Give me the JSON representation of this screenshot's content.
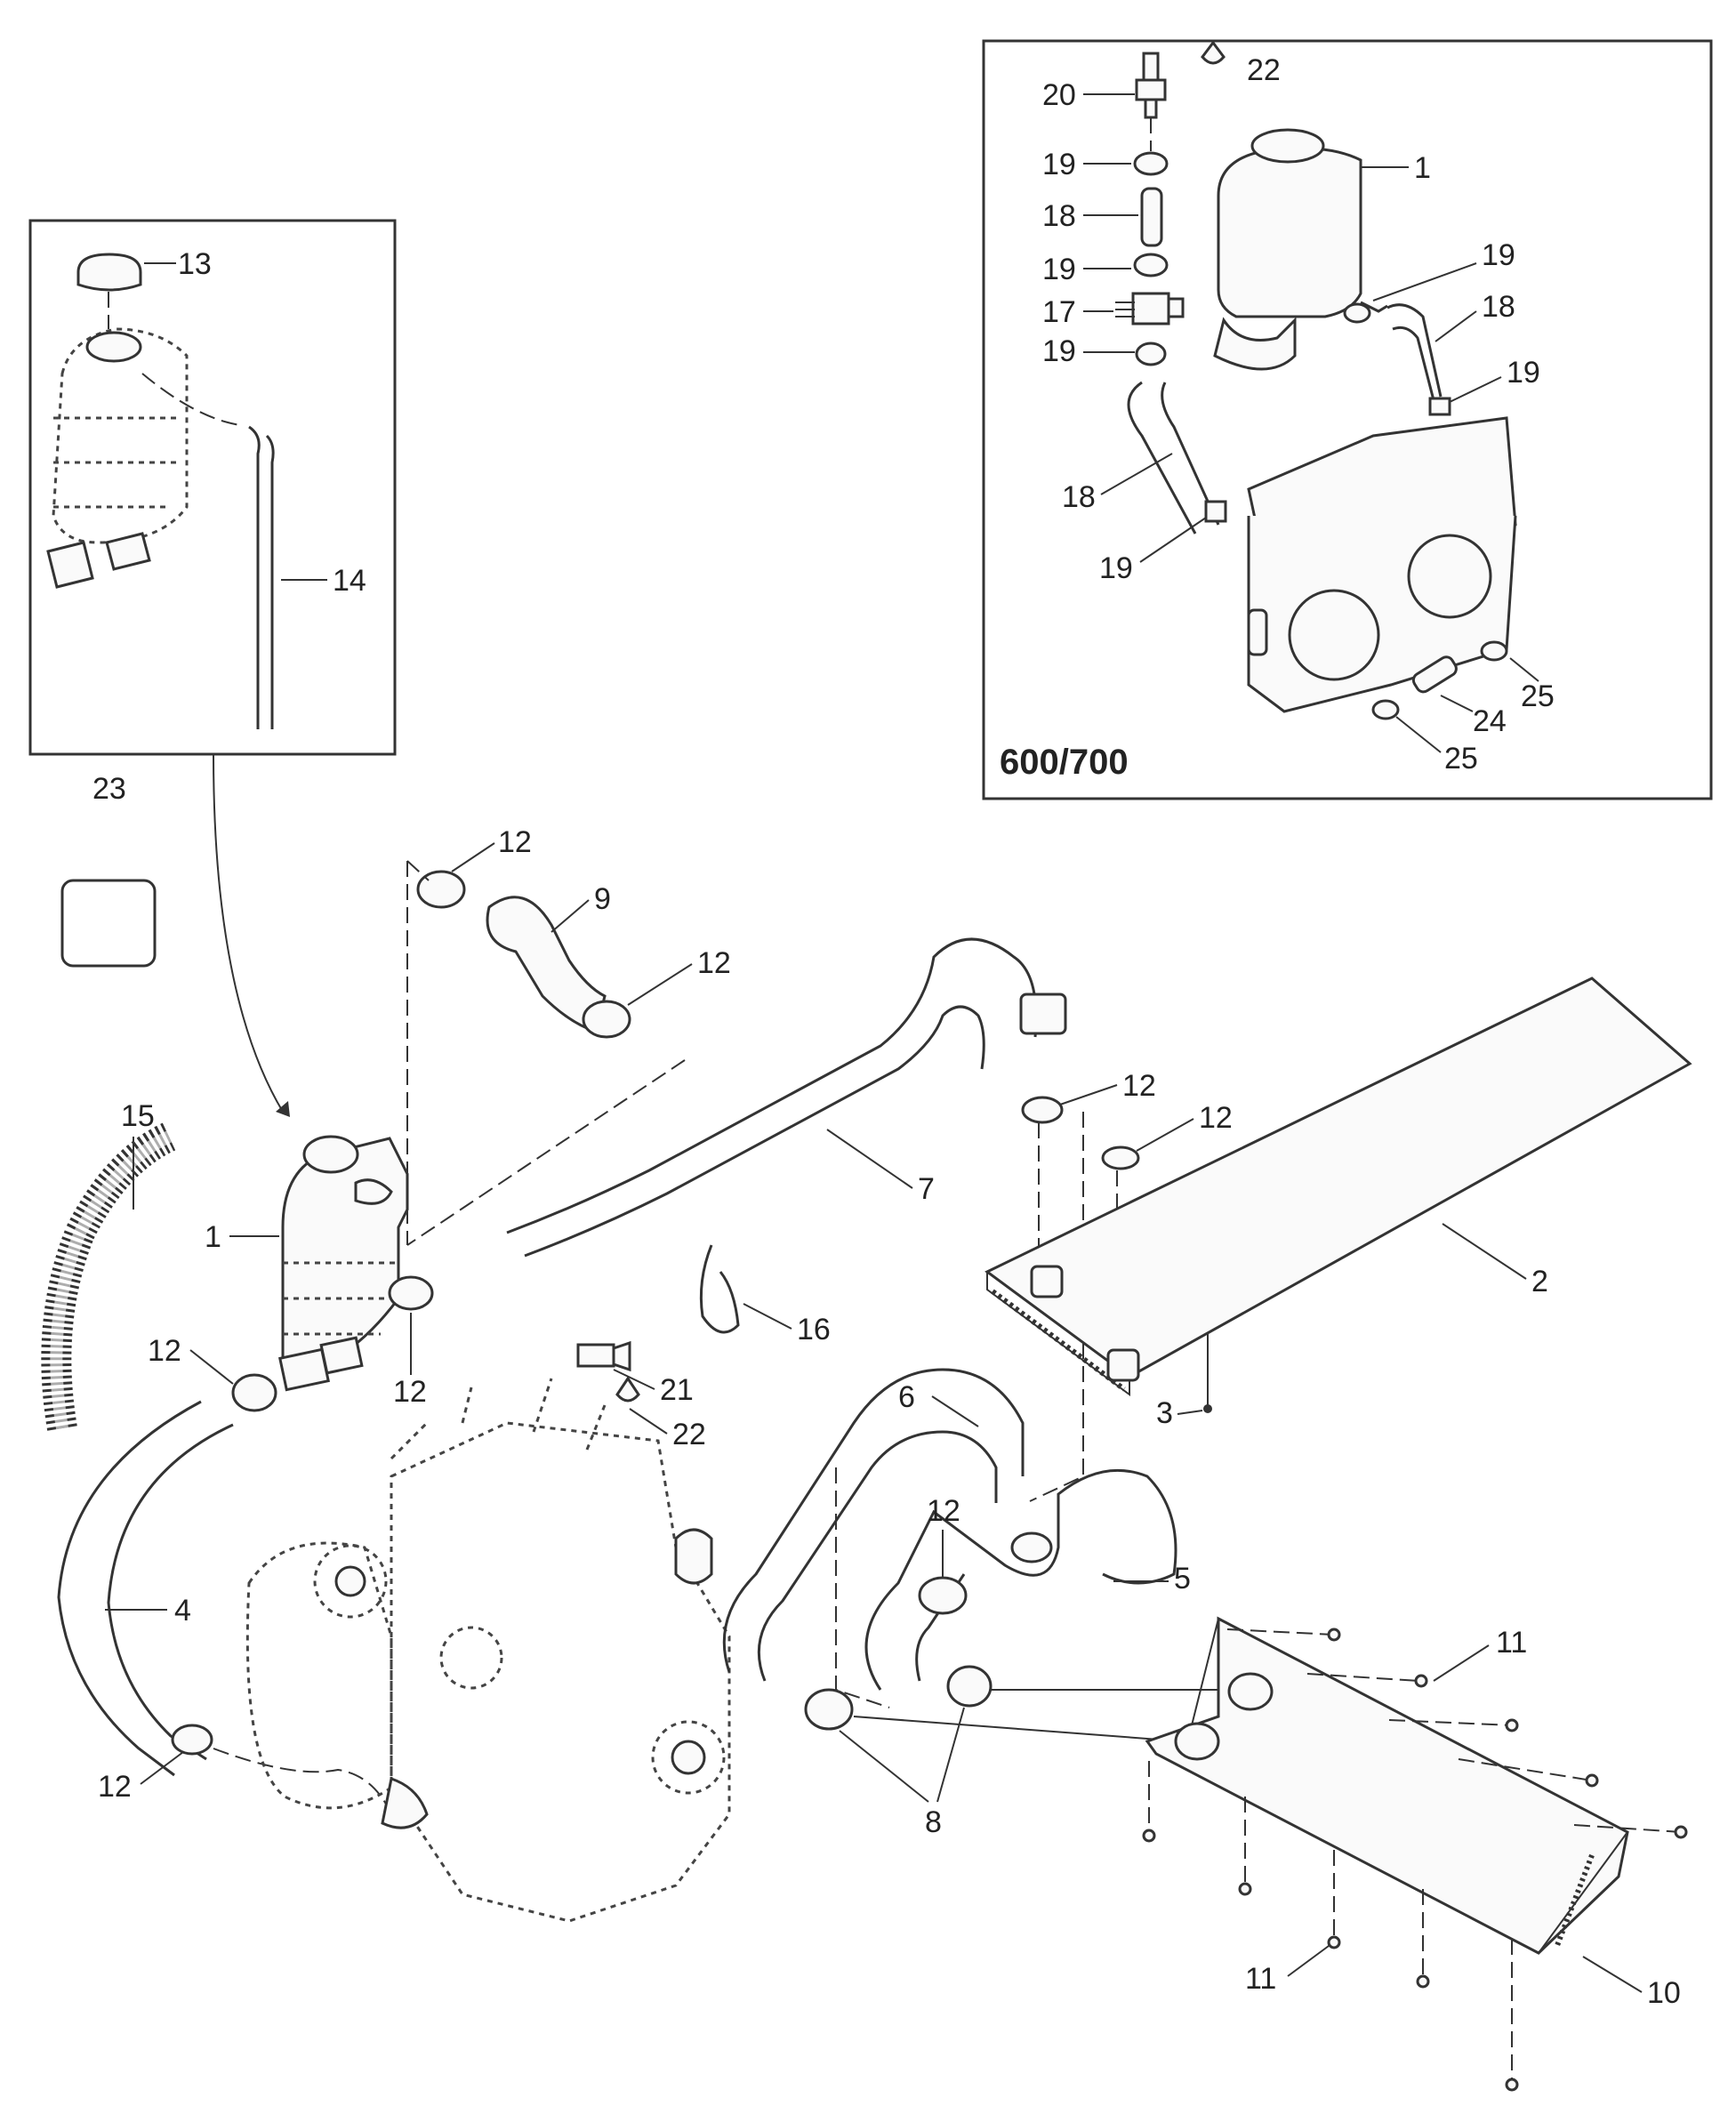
{
  "inset_title": "600/700",
  "labels": {
    "n1": "1",
    "n2": "2",
    "n3": "3",
    "n4": "4",
    "n5": "5",
    "n6": "6",
    "n7": "7",
    "n8": "8",
    "n9": "9",
    "n10": "10",
    "n11": "11",
    "n12": "12",
    "n13": "13",
    "n14": "14",
    "n15": "15",
    "n16": "16",
    "n17": "17",
    "n18": "18",
    "n19": "19",
    "n20": "20",
    "n21": "21",
    "n22": "22",
    "n23": "23",
    "n24": "24",
    "n25": "25"
  }
}
